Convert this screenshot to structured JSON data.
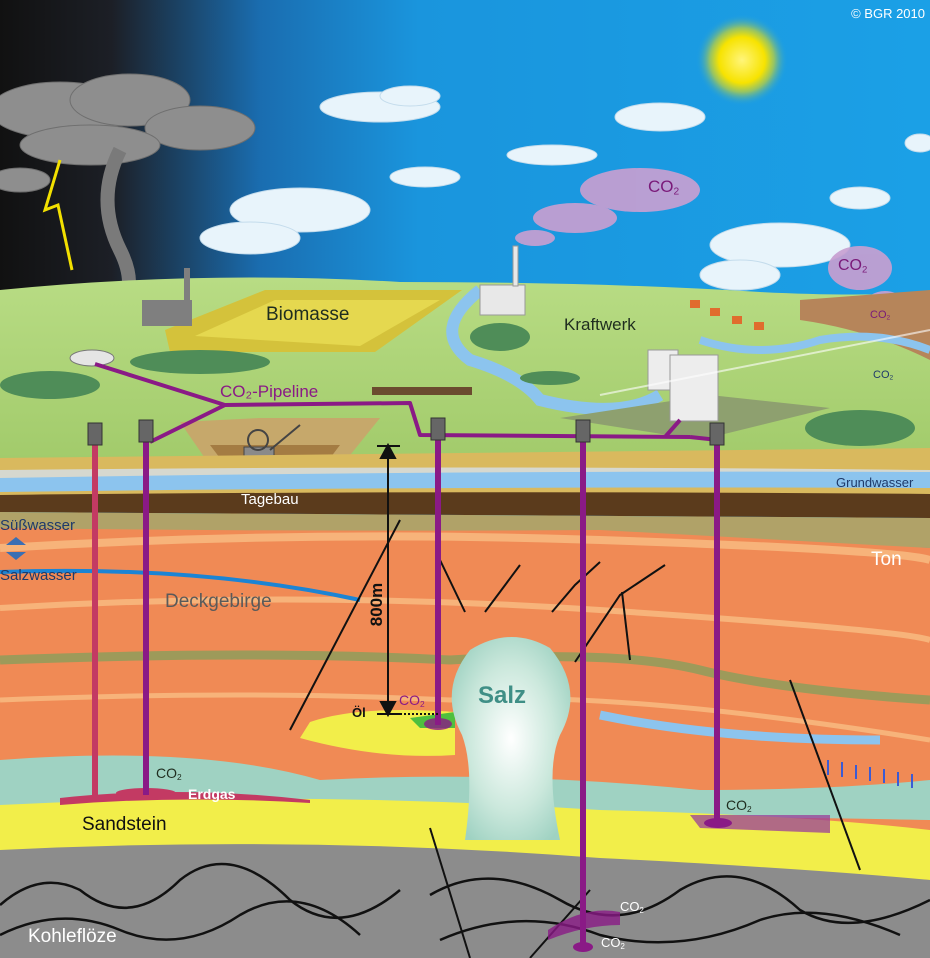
{
  "copyright": "© BGR 2010",
  "labels": {
    "biomasse": "Biomasse",
    "kraftwerk": "Kraftwerk",
    "pipeline": "CO₂-Pipeline",
    "tagebau": "Tagebau",
    "grundwasser": "Grundwasser",
    "suesswasser": "Süßwasser",
    "salzwasser": "Salzwasser",
    "ton": "Ton",
    "deckgebirge": "Deckgebirge",
    "depth": "800m",
    "salz": "Salz",
    "oel": "Öl",
    "erdgas": "Erdgas",
    "sandstein": "Sandstein",
    "kohlefloeze": "Kohleflöze"
  },
  "co2": {
    "main": "CO",
    "sub": "2"
  },
  "colors": {
    "sky": "#1a8fd6",
    "storm": "#1b1b1b",
    "ground": "#a6cf73",
    "overburden": "#f08a55",
    "sandstone": "#f2ee4a",
    "coal_zone": "#8c8c8c",
    "salt": "#c8e6da",
    "pipeline": "#8a1a86",
    "gas_well": "#c33a63",
    "water": "#8cc4ee"
  }
}
